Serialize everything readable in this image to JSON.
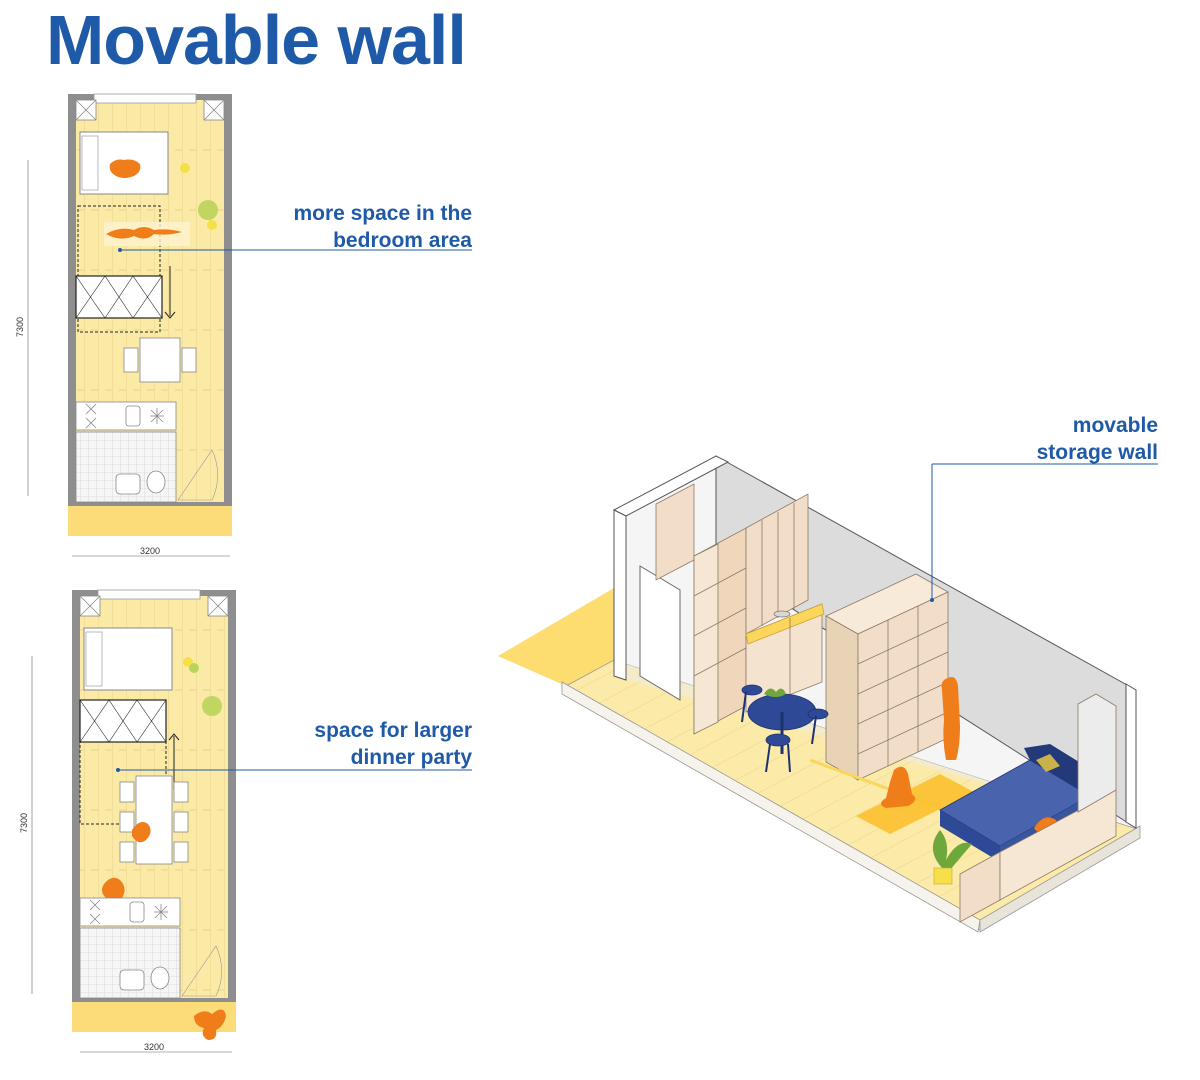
{
  "title": "Movable wall",
  "plan_top": {
    "callout_line1": "more  space in the",
    "callout_line2": "bedroom area",
    "dim_height": "7300",
    "dim_width": "3200"
  },
  "plan_bottom": {
    "callout_line1": "space for larger",
    "callout_line2": "dinner party",
    "dim_height": "7300",
    "dim_width": "3200"
  },
  "isometric": {
    "callout_line1": "movable",
    "callout_line2": "storage wall"
  },
  "colors": {
    "accent_blue": "#1f5aa8",
    "floor_yellow": "#fbe9a6",
    "balcony_yellow": "#fdd86a",
    "figure_orange": "#ef7d1a",
    "furniture_blue": "#2e4a96",
    "cabinet_beige": "#f2dec8"
  }
}
